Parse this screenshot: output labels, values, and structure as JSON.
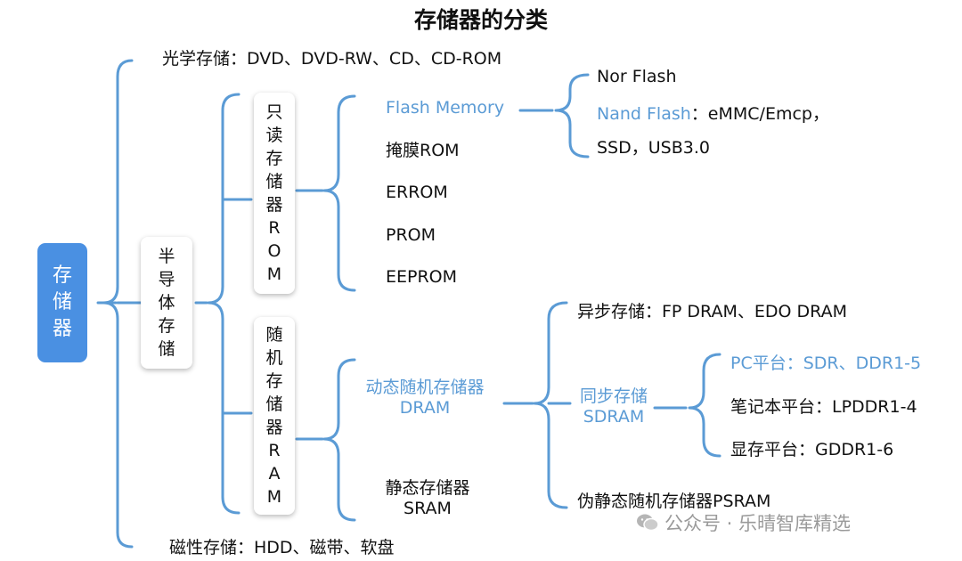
{
  "title": "存储器的分类",
  "root": "存储器",
  "optical": "光学存储：DVD、DVD-RW、CD、CD-ROM",
  "semiconductor": "半导体存储",
  "magnetic": "磁性存储：HDD、磁带、软盘",
  "rom": {
    "label": "只读存储器ROM",
    "items": [
      "Flash Memory",
      "掩膜ROM",
      "ERROM",
      "PROM",
      "EEPROM"
    ],
    "flash": {
      "nor": "Nor Flash",
      "nand_label": "Nand Flash",
      "nand_rest": "：eMMC/Emcp，",
      "ssd": "SSD，USB3.0"
    }
  },
  "ram": {
    "label": "随机存储器RAM",
    "dram_line1": "动态随机存储器",
    "dram_line2": "DRAM",
    "sram_line1": "静态存储器",
    "sram_line2": "SRAM",
    "async": "异步存储：FP DRAM、EDO DRAM",
    "sync_line1": "同步存储",
    "sync_line2": "SDRAM",
    "pc": "PC平台：SDR、DDR1-5",
    "notebook": "笔记本平台：LPDDR1-4",
    "gpu": "显存平台：GDDR1-6",
    "psram": "伪静态随机存储器PSRAM"
  },
  "watermark": "公众号 · 乐晴智库精选",
  "colors": {
    "line": "#5b9bd5",
    "root_bg": "#4a90e2",
    "accent_text": "#5b9bd5"
  },
  "icons": {
    "watermark": "wechat-official-account-icon"
  }
}
